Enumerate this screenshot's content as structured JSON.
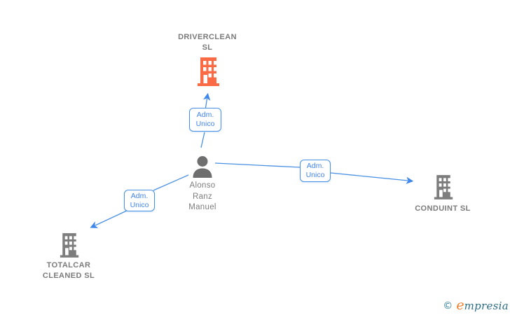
{
  "diagram": {
    "nodes": {
      "driverclean": {
        "label": "DRIVERCLEAN\nSL",
        "type": "company",
        "icon": "building-icon",
        "color": "#fa6a45"
      },
      "person": {
        "label": "Alonso\nRanz\nManuel",
        "type": "person",
        "icon": "person-icon",
        "color": "#6e6e6e"
      },
      "conduint": {
        "label": "CONDUINT SL",
        "type": "company",
        "icon": "building-icon",
        "color": "#7d7d7d"
      },
      "totalcar": {
        "label": "TOTALCAR\nCLEANED SL",
        "type": "company",
        "icon": "building-icon",
        "color": "#7d7d7d"
      }
    },
    "edges": [
      {
        "from": "person",
        "to": "driverclean",
        "label": "Adm.\nUnico"
      },
      {
        "from": "person",
        "to": "conduint",
        "label": "Adm.\nUnico"
      },
      {
        "from": "person",
        "to": "totalcar",
        "label": "Adm.\nUnico"
      }
    ],
    "colors": {
      "edge_line": "#4a90e2",
      "edge_label_text": "#4285f4",
      "node_label_text": "#7b7b7b",
      "highlight_company": "#fa6a45",
      "company_gray": "#7d7d7d",
      "person_gray": "#6e6e6e"
    }
  },
  "footer": {
    "copyright": "©",
    "brand_first_letter": "e",
    "brand_rest": "mpresia"
  }
}
